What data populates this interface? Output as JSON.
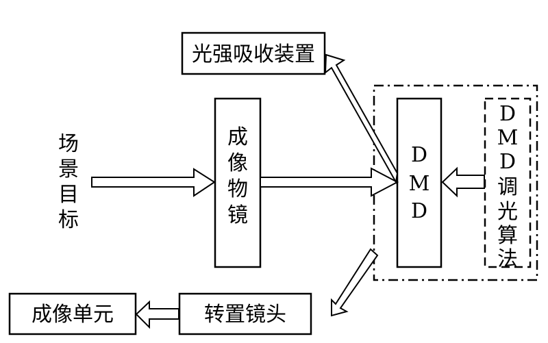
{
  "diagram": {
    "type": "block-diagram",
    "nodes": {
      "scene_target": {
        "label": "场景目标"
      },
      "imaging_objective": {
        "label": "成像物镜"
      },
      "light_absorber": {
        "label": "光强吸收装置"
      },
      "dmd": {
        "label": "DMD"
      },
      "dmd_algorithm": {
        "label": "DMD调光算法"
      },
      "relay_lens": {
        "label": "转置镜头"
      },
      "imaging_unit": {
        "label": "成像单元"
      }
    },
    "groups": [
      {
        "name": "dmd-subsystem",
        "style": "dash-dot",
        "contains": [
          "dmd",
          "dmd_algorithm"
        ]
      }
    ],
    "edges": [
      {
        "from": "scene_target",
        "to": "imaging_objective"
      },
      {
        "from": "imaging_objective",
        "to": "dmd"
      },
      {
        "from": "dmd_algorithm",
        "to": "dmd"
      },
      {
        "from": "dmd",
        "to": "light_absorber"
      },
      {
        "from": "dmd",
        "to": "relay_lens"
      },
      {
        "from": "relay_lens",
        "to": "imaging_unit"
      }
    ],
    "colors": {
      "stroke": "#000000",
      "background": "#ffffff"
    }
  }
}
